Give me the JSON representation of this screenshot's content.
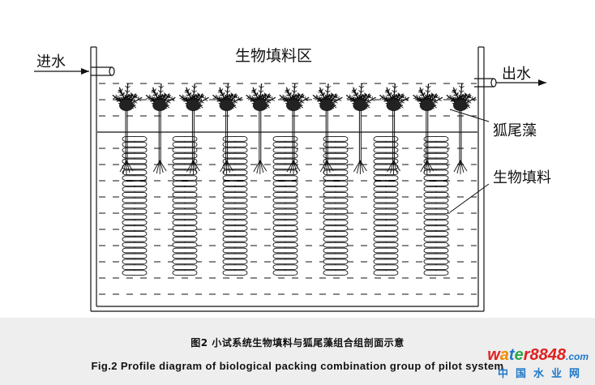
{
  "labels": {
    "inlet": "进水",
    "outlet": "出水",
    "zone": "生物填料区",
    "plant": "狐尾藻",
    "packing": "生物填料"
  },
  "caption": {
    "chinese": "图2   小试系统生物填料与狐尾藻组合组剖面示意",
    "english": "Fig.2   Profile diagram of biological packing combination group of pilot system"
  },
  "watermark": {
    "brand_word": "water",
    "brand_number": "8848",
    "brand_suffix": ".com",
    "site_name": "中国水业网",
    "colors": {
      "w": "#e02020",
      "a": "#f08a00",
      "t": "#1e78c8",
      "e": "#2aa84a",
      "r": "#e02020",
      "num": "#e02020",
      "suffix": "#1e78c8"
    }
  },
  "diagram": {
    "columns": 7,
    "plants": 11,
    "packing_rings_per_column": 25
  }
}
